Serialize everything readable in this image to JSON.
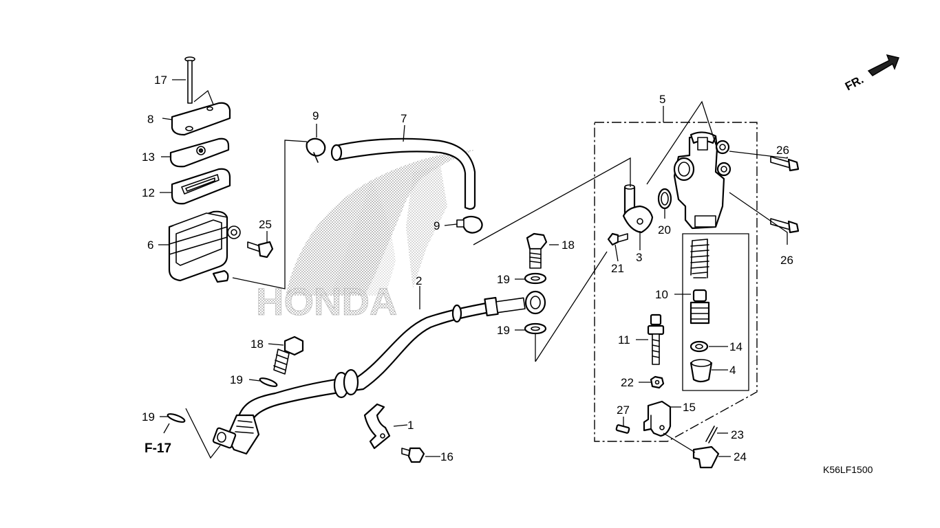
{
  "diagram_code": "K56LF1500",
  "reference": "F-17",
  "front_indicator": "FR.",
  "watermark": "HONDA",
  "callouts": {
    "c1": "1",
    "c2": "2",
    "c3": "3",
    "c4": "4",
    "c5": "5",
    "c6": "6",
    "c7": "7",
    "c8": "8",
    "c9a": "9",
    "c9b": "9",
    "c10": "10",
    "c11": "11",
    "c12": "12",
    "c13": "13",
    "c14": "14",
    "c15": "15",
    "c16": "16",
    "c17": "17",
    "c18a": "18",
    "c18b": "18",
    "c19a": "19",
    "c19b": "19",
    "c19c": "19",
    "c19d": "19",
    "c20": "20",
    "c21": "21",
    "c22": "22",
    "c23": "23",
    "c24": "24",
    "c25": "25",
    "c26a": "26",
    "c26b": "26",
    "c27": "27"
  },
  "colors": {
    "ink": "#000000",
    "watermark": "#bbbbbb"
  }
}
